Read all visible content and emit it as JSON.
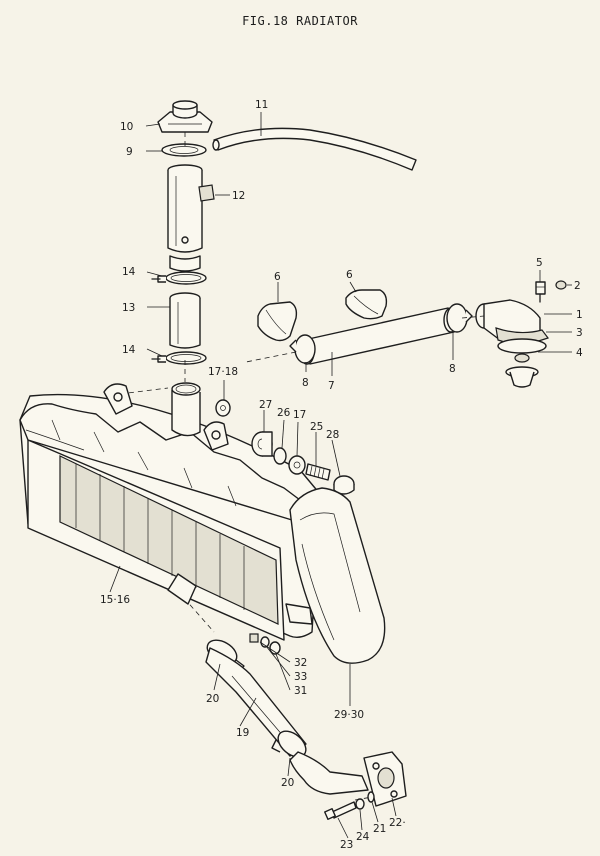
{
  "figure": {
    "title": "FIG.18  RADIATOR"
  },
  "callouts": [
    {
      "id": "c1",
      "label": "1"
    },
    {
      "id": "c2",
      "label": "2"
    },
    {
      "id": "c3",
      "label": "3"
    },
    {
      "id": "c4",
      "label": "4"
    },
    {
      "id": "c5",
      "label": "5"
    },
    {
      "id": "c6a",
      "label": "6"
    },
    {
      "id": "c6b",
      "label": "6"
    },
    {
      "id": "c7",
      "label": "7"
    },
    {
      "id": "c8a",
      "label": "8"
    },
    {
      "id": "c8b",
      "label": "8"
    },
    {
      "id": "c9",
      "label": "9"
    },
    {
      "id": "c10",
      "label": "10"
    },
    {
      "id": "c11",
      "label": "11"
    },
    {
      "id": "c12",
      "label": "12"
    },
    {
      "id": "c13",
      "label": "13"
    },
    {
      "id": "c14a",
      "label": "14"
    },
    {
      "id": "c14b",
      "label": "14"
    },
    {
      "id": "c15",
      "label": "15·16"
    },
    {
      "id": "c17a",
      "label": "17·18"
    },
    {
      "id": "c17b",
      "label": "17"
    },
    {
      "id": "c19",
      "label": "19"
    },
    {
      "id": "c20a",
      "label": "20"
    },
    {
      "id": "c20b",
      "label": "20"
    },
    {
      "id": "c21",
      "label": "21"
    },
    {
      "id": "c22",
      "label": "22·"
    },
    {
      "id": "c23",
      "label": "23"
    },
    {
      "id": "c24",
      "label": "24"
    },
    {
      "id": "c25",
      "label": "25"
    },
    {
      "id": "c26",
      "label": "26"
    },
    {
      "id": "c27",
      "label": "27"
    },
    {
      "id": "c28",
      "label": "28"
    },
    {
      "id": "c29",
      "label": "29·30"
    },
    {
      "id": "c31",
      "label": "31"
    },
    {
      "id": "c32",
      "label": "32"
    },
    {
      "id": "c33",
      "label": "33"
    }
  ]
}
